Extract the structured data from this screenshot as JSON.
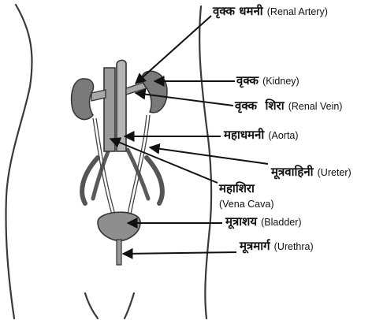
{
  "labels": {
    "renal_artery": {
      "hindi": "वृक्क धमनी",
      "english": "(Renal Artery)"
    },
    "kidney": {
      "hindi": "वृक्क",
      "english": "(Kidney)"
    },
    "renal_vein": {
      "hindi": "वृक्क  शिरा",
      "english": "(Renal Vein)"
    },
    "aorta": {
      "hindi": "महाधमनी",
      "english": "(Aorta)"
    },
    "ureter": {
      "hindi": "मूत्रवाहिनी",
      "english": "(Ureter)"
    },
    "vena_cava": {
      "hindi": "महाशिरा",
      "english": "(Vena Cava)"
    },
    "bladder": {
      "hindi": "मूत्राशय",
      "english": "(Bladder)"
    },
    "urethra": {
      "hindi": "मूत्रमार्ग",
      "english": "(Urethra)"
    }
  },
  "colors": {
    "body_outline": "#3a3a3a",
    "kidney_fill": "#7a7a7a",
    "vessel_fill": "#9a9a9a",
    "bladder_fill": "#8e8e8e",
    "leader_line": "#111111",
    "background": "#ffffff"
  }
}
